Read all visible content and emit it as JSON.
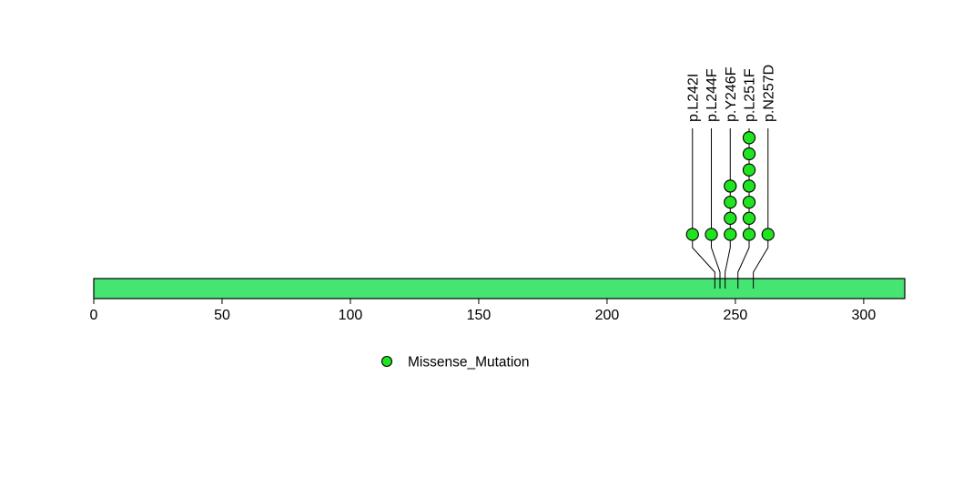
{
  "chart_data": {
    "type": "lollipop",
    "title": "",
    "xlabel": "",
    "ylabel": "",
    "protein_length_aa": 316,
    "xlim": [
      0,
      316
    ],
    "x_ticks": [
      0,
      50,
      100,
      150,
      200,
      250,
      300
    ],
    "grid": false,
    "mutations": [
      {
        "label": "p.L242I",
        "position": 242,
        "count": 1,
        "type": "Missense_Mutation"
      },
      {
        "label": "p.L244F",
        "position": 244,
        "count": 1,
        "type": "Missense_Mutation"
      },
      {
        "label": "p.Y246F",
        "position": 246,
        "count": 4,
        "type": "Missense_Mutation"
      },
      {
        "label": "p.L251F",
        "position": 251,
        "count": 7,
        "type": "Missense_Mutation"
      },
      {
        "label": "p.N257D",
        "position": 257,
        "count": 1,
        "type": "Missense_Mutation"
      }
    ],
    "legend": {
      "position": "bottom",
      "items": [
        {
          "label": "Missense_Mutation",
          "color": "#1FE41F"
        }
      ]
    },
    "colors": {
      "domain_bar": "#45E473",
      "mutation_fill": "#1FE41F",
      "stroke": "#000000",
      "background": "#FFFFFF"
    }
  }
}
